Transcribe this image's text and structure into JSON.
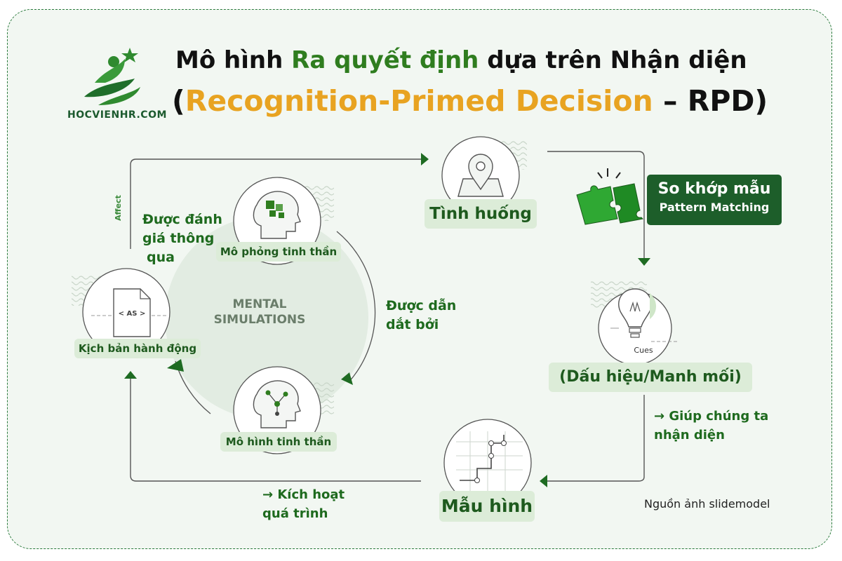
{
  "title": {
    "line1_pre": "Mô hình ",
    "line1_highlight": "Ra quyết định",
    "line1_post": " dựa trên Nhận diện",
    "line2_open": "(",
    "line2_highlight": "Recognition-Primed Decision",
    "line2_post": " – RPD)"
  },
  "logo": {
    "text": "HOCVIENHR.COM",
    "icon": "star-person-icon"
  },
  "nodes": {
    "situation": "Tình huống",
    "cues": "(Dấu hiệu/Manh mối)",
    "cues_icon_label": "Cues",
    "patterns": "Mẫu hình",
    "action_scripts": "Kịch bản hành động",
    "action_icon_label": "< AS >",
    "mental_simulation": "Mô phỏng tinh thần",
    "mental_model": "Mô hình tinh thần"
  },
  "pattern_matching": {
    "title": "So khớp mẫu",
    "subtitle": "Pattern Matching"
  },
  "center_label": {
    "line1": "MENTAL",
    "line2": "SIMULATIONS"
  },
  "edge_labels": {
    "helps_recognize_1": "→ Giúp chúng ta",
    "helps_recognize_2": "nhận diện",
    "activates_1": "→ Kích hoạt",
    "activates_2": "quá trình",
    "guided_by_1": "Được dẫn",
    "guided_by_2": "dắt bởi",
    "evaluated_1": "Được đánh",
    "evaluated_2": "giá thông",
    "evaluated_3": "qua",
    "affect": "Affect"
  },
  "source": "Nguồn ảnh slidemodel",
  "colors": {
    "dark_green": "#1d5e2a",
    "green": "#2f7d1f",
    "orange": "#e8a321",
    "label_bg": "#dcecd8"
  }
}
